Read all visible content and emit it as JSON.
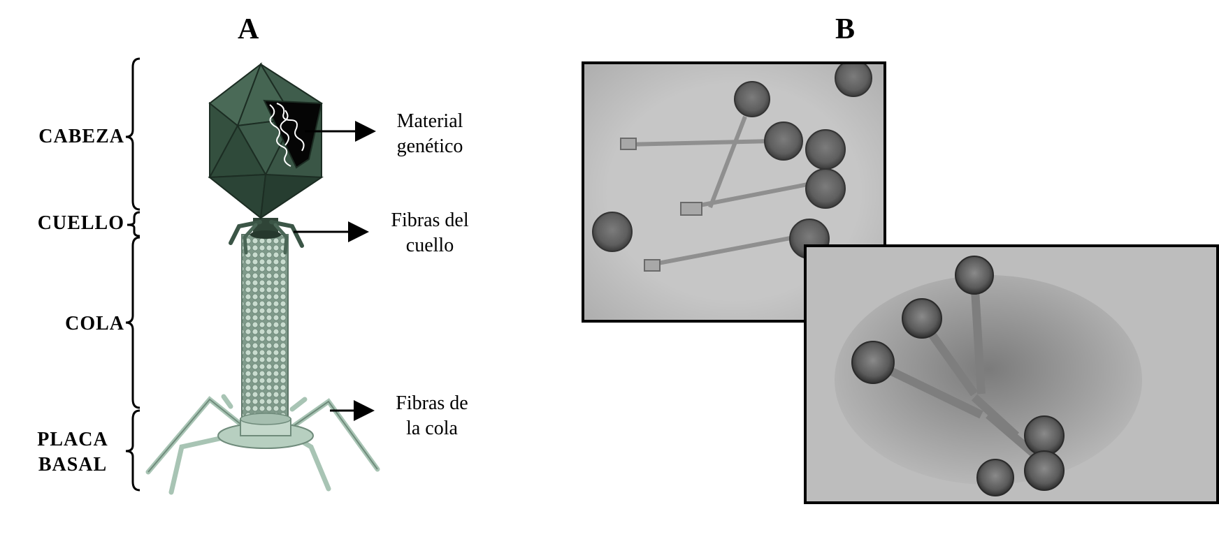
{
  "panels": {
    "a": "A",
    "b": "B"
  },
  "parts": {
    "head": "CABEZA",
    "neck": "CUELLO",
    "tail": "COLA",
    "baseplate_line1": "PLACA",
    "baseplate_line2": "BASAL"
  },
  "annotations": {
    "genetic_line1": "Material",
    "genetic_line2": "genético",
    "neck_fibers_line1": "Fibras del",
    "neck_fibers_line2": "cuello",
    "tail_fibers_line1": "Fibras de",
    "tail_fibers_line2": "la cola"
  },
  "colors": {
    "capsid": "#3a5646",
    "capsid_dark": "#243a2e",
    "tail": "#9fb8a8",
    "fibers": "#a8c4b4",
    "micrograph_bg": "#c4c4c4"
  }
}
